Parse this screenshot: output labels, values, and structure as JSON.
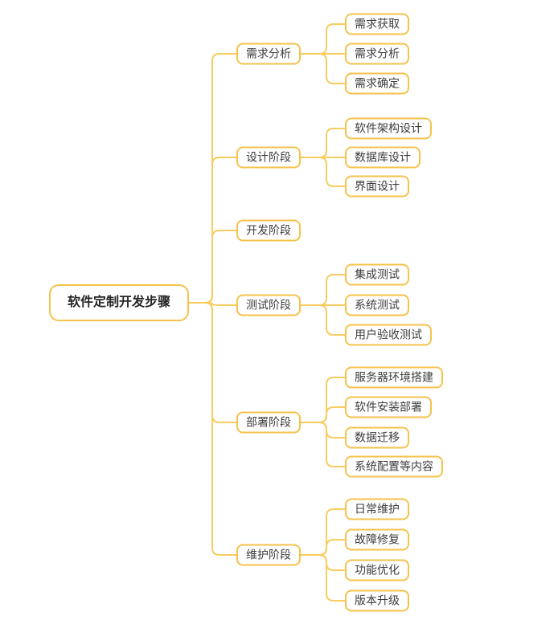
{
  "colors": {
    "background": "#FFFFFF",
    "box_border": "#F5C24B",
    "connector_line": "#F8CC5F",
    "node_text": "#3D3D3D",
    "root_text": "#262626"
  },
  "mindmap": {
    "root": {
      "label": "软件定制开发步骤"
    },
    "branches": [
      {
        "label": "需求分析",
        "children": [
          "需求获取",
          "需求分析",
          "需求确定"
        ]
      },
      {
        "label": "设计阶段",
        "children": [
          "软件架构设计",
          "数据库设计",
          "界面设计"
        ]
      },
      {
        "label": "开发阶段",
        "children": []
      },
      {
        "label": "测试阶段",
        "children": [
          "集成测试",
          "系统测试",
          "用户验收测试"
        ]
      },
      {
        "label": "部署阶段",
        "children": [
          "服务器环境搭建",
          "软件安装部署",
          "数据迁移",
          "系统配置等内容"
        ]
      },
      {
        "label": "维护阶段",
        "children": [
          "日常维护",
          "故障修复",
          "功能优化",
          "版本升级"
        ]
      }
    ]
  }
}
